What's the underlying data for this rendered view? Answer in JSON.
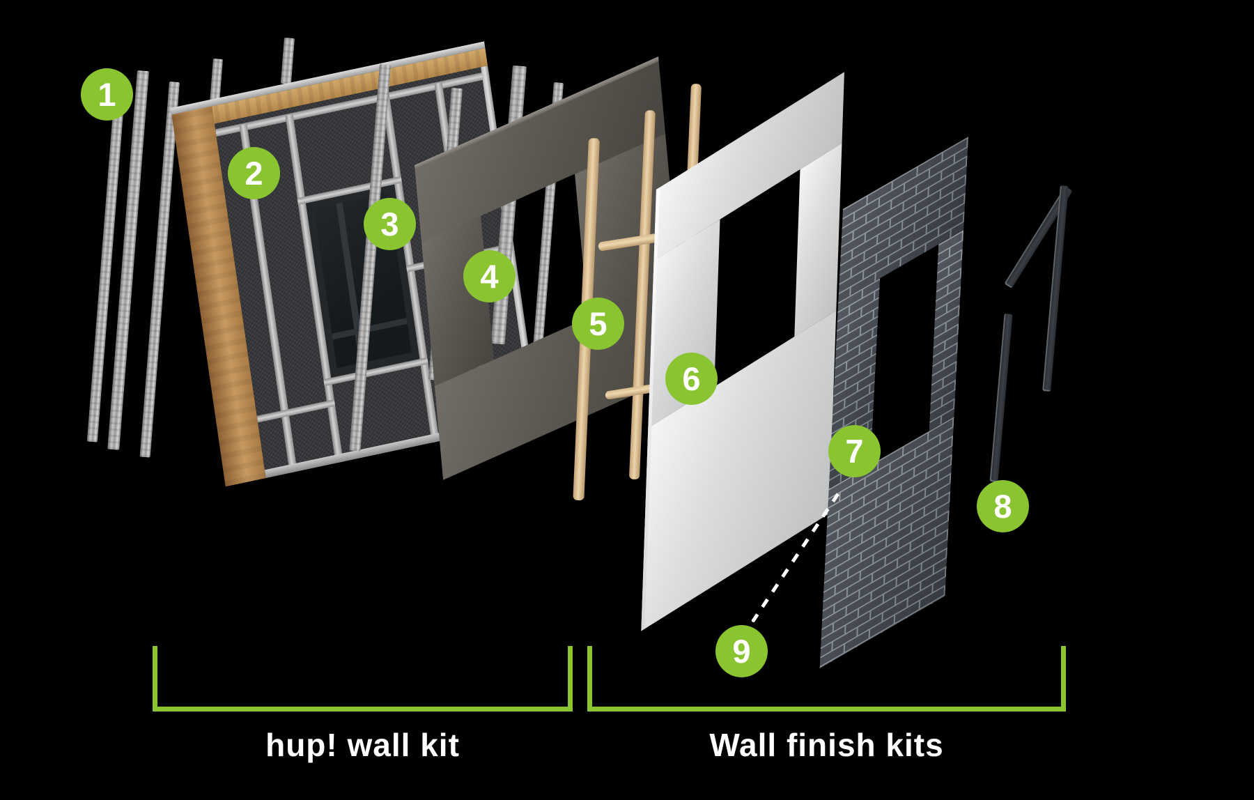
{
  "diagram": {
    "background_color": "#000000",
    "accent_green": "#8AC431",
    "text_color": "#FFFFFF",
    "markers": [
      {
        "number": "1"
      },
      {
        "number": "2"
      },
      {
        "number": "3"
      },
      {
        "number": "4"
      },
      {
        "number": "5"
      },
      {
        "number": "6"
      },
      {
        "number": "7"
      },
      {
        "number": "8"
      },
      {
        "number": "9"
      }
    ],
    "groups": [
      {
        "label": "hup! wall kit"
      },
      {
        "label": "Wall finish kits"
      }
    ]
  }
}
